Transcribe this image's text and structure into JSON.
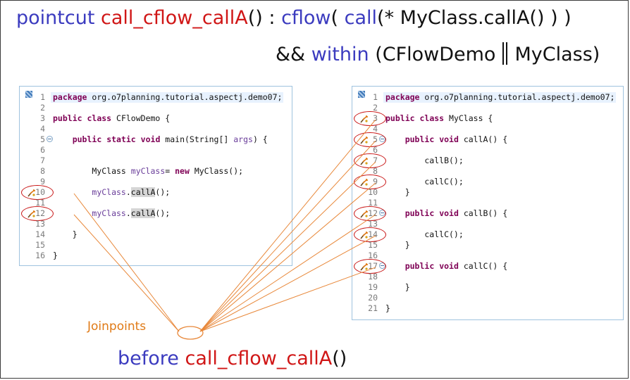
{
  "colors": {
    "keyword_blue": "#3b3bbf",
    "name_red": "#d01616",
    "connector_orange": "#e8883a",
    "label_orange": "#e07a16",
    "ellipse_red": "#c81414",
    "java_keyword": "#7f0055",
    "panel_border": "#9fc3df"
  },
  "heading": {
    "pointcut_kw": "pointcut",
    "pointcut_name": "call_cflow_callA",
    "after_name": "() : ",
    "cflow_kw": "cflow",
    "cflow_open": "( ",
    "call_kw": "call",
    "call_args": "(* MyClass.callA() ) )",
    "and_op": "&&",
    "within_kw": "within",
    "within_open": "(CFlowDemo",
    "within_close": "MyClass)"
  },
  "icons": {
    "marker": "advice-marker-icon",
    "fold": "fold-collapse-icon",
    "ruler": "overview-ruler-icon"
  },
  "cflow_panel": {
    "lines": [
      {
        "n": "1",
        "segs": [
          {
            "t": "package",
            "c": "k"
          },
          {
            "t": " org.o7planning.tutorial.aspectj.demo07;"
          }
        ]
      },
      {
        "n": "2",
        "segs": []
      },
      {
        "n": "3",
        "segs": [
          {
            "t": "public",
            "c": "k"
          },
          {
            "t": " "
          },
          {
            "t": "class",
            "c": "k"
          },
          {
            "t": " CFlowDemo {"
          }
        ]
      },
      {
        "n": "4",
        "segs": []
      },
      {
        "n": "5",
        "fold": true,
        "segs": [
          {
            "t": "    "
          },
          {
            "t": "public",
            "c": "k"
          },
          {
            "t": " "
          },
          {
            "t": "static",
            "c": "k"
          },
          {
            "t": " "
          },
          {
            "t": "void",
            "c": "k"
          },
          {
            "t": " main(String[] "
          },
          {
            "t": "args",
            "c": "v"
          },
          {
            "t": ") {"
          }
        ]
      },
      {
        "n": "6",
        "segs": []
      },
      {
        "n": "7",
        "segs": []
      },
      {
        "n": "8",
        "segs": [
          {
            "t": "        MyClass "
          },
          {
            "t": "myClass",
            "c": "v"
          },
          {
            "t": "= "
          },
          {
            "t": "new",
            "c": "k"
          },
          {
            "t": " MyClass();"
          }
        ]
      },
      {
        "n": "9",
        "segs": []
      },
      {
        "n": "10",
        "marker": true,
        "segs": [
          {
            "t": "        "
          },
          {
            "t": "myClass",
            "c": "v"
          },
          {
            "t": "."
          },
          {
            "t": "callA",
            "c": "h"
          },
          {
            "t": "();"
          }
        ]
      },
      {
        "n": "11",
        "segs": []
      },
      {
        "n": "12",
        "marker": true,
        "segs": [
          {
            "t": "        "
          },
          {
            "t": "myClass",
            "c": "v"
          },
          {
            "t": "."
          },
          {
            "t": "callA",
            "c": "h"
          },
          {
            "t": "();"
          }
        ]
      },
      {
        "n": "13",
        "segs": []
      },
      {
        "n": "14",
        "segs": [
          {
            "t": "    }"
          }
        ]
      },
      {
        "n": "15",
        "segs": []
      },
      {
        "n": "16",
        "segs": [
          {
            "t": "}"
          }
        ]
      }
    ]
  },
  "myclass_panel": {
    "lines": [
      {
        "n": "1",
        "segs": [
          {
            "t": "package",
            "c": "k"
          },
          {
            "t": " org.o7planning.tutorial.aspectj.demo07;"
          }
        ]
      },
      {
        "n": "2",
        "segs": []
      },
      {
        "n": "3",
        "marker": true,
        "segs": [
          {
            "t": "public",
            "c": "k"
          },
          {
            "t": " "
          },
          {
            "t": "class",
            "c": "k"
          },
          {
            "t": " MyClass {"
          }
        ]
      },
      {
        "n": "4",
        "segs": []
      },
      {
        "n": "5",
        "marker": true,
        "fold": true,
        "segs": [
          {
            "t": "    "
          },
          {
            "t": "public",
            "c": "k"
          },
          {
            "t": " "
          },
          {
            "t": "void",
            "c": "k"
          },
          {
            "t": " callA() {"
          }
        ]
      },
      {
        "n": "6",
        "segs": []
      },
      {
        "n": "7",
        "marker": true,
        "segs": [
          {
            "t": "        callB();"
          }
        ]
      },
      {
        "n": "8",
        "segs": []
      },
      {
        "n": "9",
        "marker": true,
        "segs": [
          {
            "t": "        callC();"
          }
        ]
      },
      {
        "n": "10",
        "segs": [
          {
            "t": "    }"
          }
        ]
      },
      {
        "n": "11",
        "segs": []
      },
      {
        "n": "12",
        "marker": true,
        "fold": true,
        "segs": [
          {
            "t": "    "
          },
          {
            "t": "public",
            "c": "k"
          },
          {
            "t": " "
          },
          {
            "t": "void",
            "c": "k"
          },
          {
            "t": " callB() {"
          }
        ]
      },
      {
        "n": "13",
        "segs": []
      },
      {
        "n": "14",
        "marker": true,
        "segs": [
          {
            "t": "        callC();"
          }
        ]
      },
      {
        "n": "15",
        "segs": [
          {
            "t": "    }"
          }
        ]
      },
      {
        "n": "16",
        "segs": []
      },
      {
        "n": "17",
        "marker": true,
        "fold": true,
        "segs": [
          {
            "t": "    "
          },
          {
            "t": "public",
            "c": "k"
          },
          {
            "t": " "
          },
          {
            "t": "void",
            "c": "k"
          },
          {
            "t": " callC() {"
          }
        ]
      },
      {
        "n": "18",
        "segs": []
      },
      {
        "n": "19",
        "segs": [
          {
            "t": "    }"
          }
        ]
      },
      {
        "n": "20",
        "segs": []
      },
      {
        "n": "21",
        "segs": [
          {
            "t": "}"
          }
        ]
      }
    ]
  },
  "joinpoints_label": "Joinpoints",
  "advice": {
    "before_kw": "before",
    "name": "call_cflow_callA",
    "parens": "()"
  }
}
